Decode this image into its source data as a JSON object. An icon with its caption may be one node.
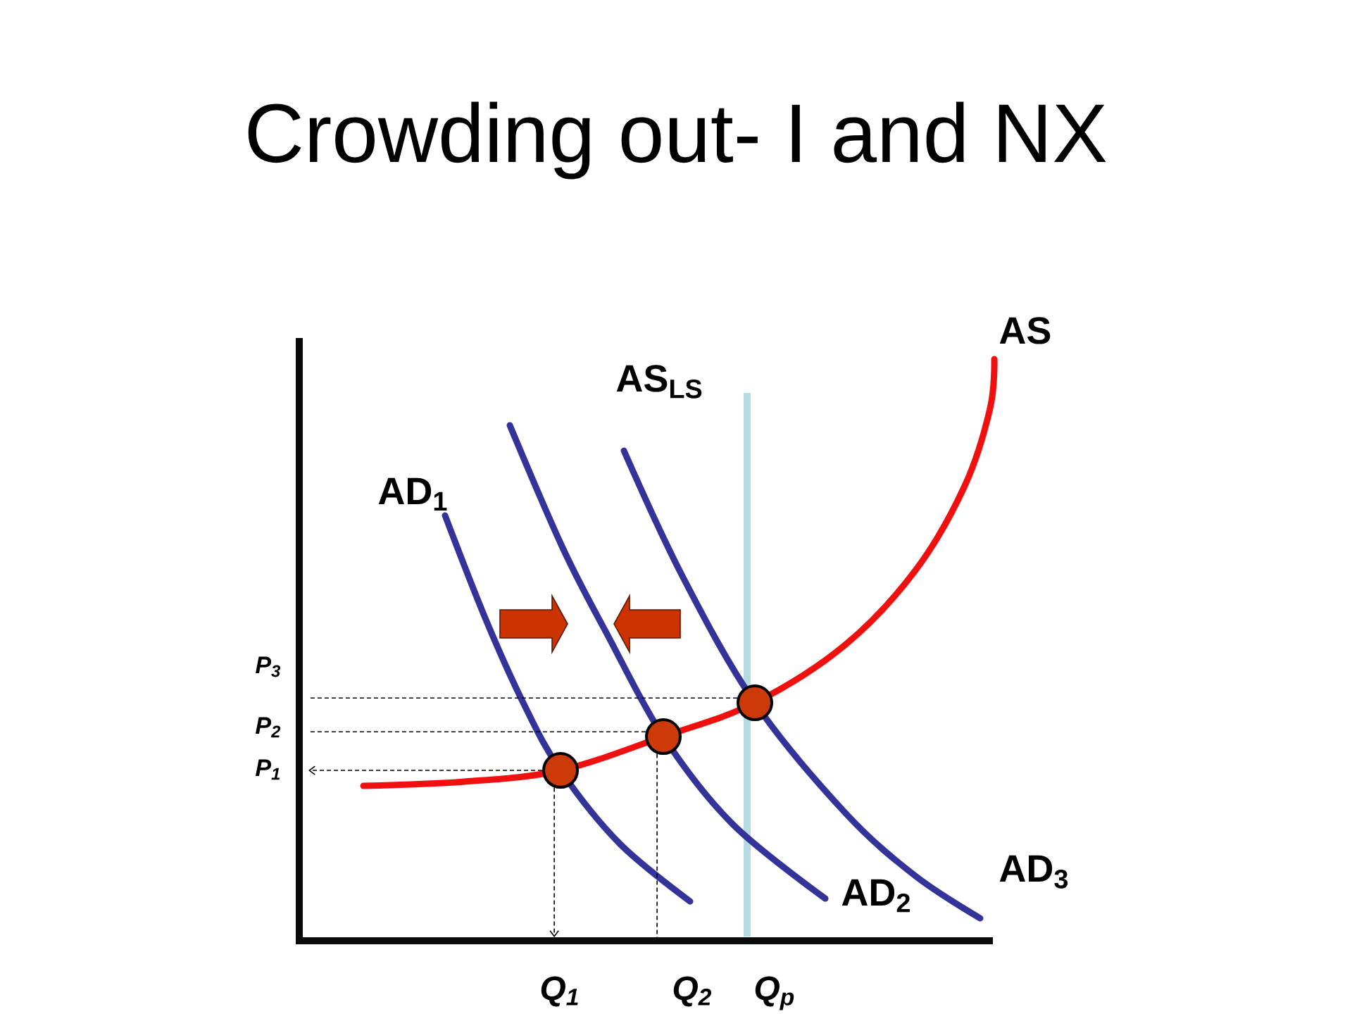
{
  "diagram": {
    "title": "Crowding out- I and NX",
    "nodes": [
      {
        "text": [],
        "shape": "circle"
      },
      {
        "text": [],
        "shape": "circle"
      },
      {
        "text": [],
        "shape": "circle"
      }
    ],
    "edges": [
      {
        "from": 0,
        "to": null,
        "arrow": "none",
        "style": "dashed"
      },
      {
        "from": 1,
        "to": null,
        "arrow": "none",
        "style": "dashed"
      },
      {
        "from": 2,
        "to": null,
        "arrow": "to",
        "style": "dashed"
      },
      {
        "from": 2,
        "to": null,
        "arrow": "to",
        "style": "dashed"
      },
      {
        "from": 1,
        "to": null,
        "arrow": "none",
        "style": "dashed"
      }
    ],
    "labels": [
      "AS",
      "AS$_{LS}$",
      "AD$_{1}$",
      "P$_{3}$",
      "P$_{2}$",
      "P$_{1}$",
      "AD$_{3}$",
      "AD$_{2}$",
      "Q$_{1}$",
      "Q$_{2}$",
      "Q$_{p}$"
    ]
  }
}
